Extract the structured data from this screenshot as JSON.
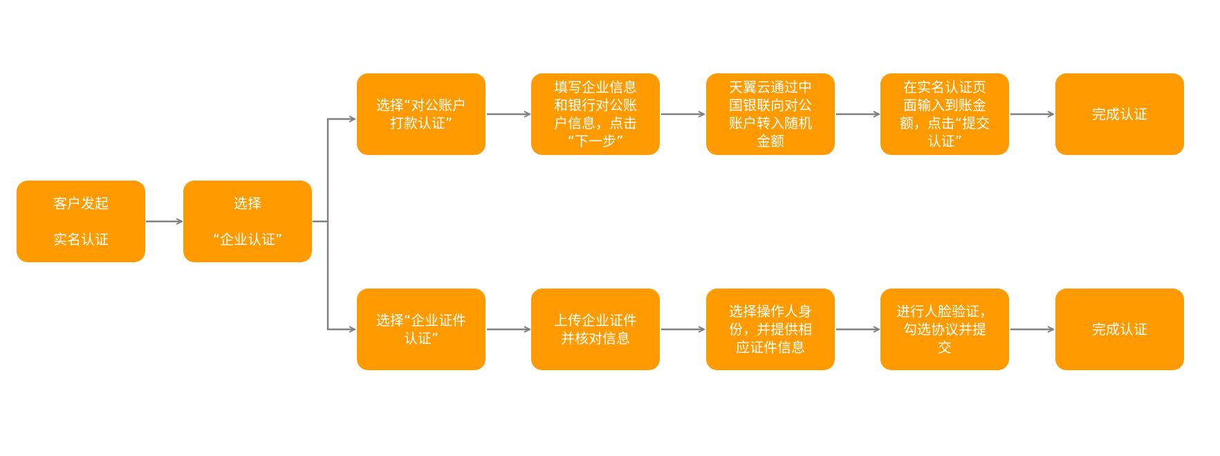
{
  "colors": {
    "node_fill": "#ff9a00",
    "node_text": "#ffffff",
    "connector": "#808080"
  },
  "start": {
    "line1": "客户发起",
    "line2": "实名认证"
  },
  "select_enterprise": {
    "line1": "选择",
    "line2": "“企业认证”"
  },
  "branch_bank": {
    "step1": "选择“对公账户\n打款认证”",
    "step2": "填写企业信息\n和银行对公账\n户信息，点击\n“下一步”",
    "step3": "天翼云通过中\n国银联向对公\n账户转入随机\n金额",
    "step4": "在实名认证页\n面输入到账金\n额，点击“提交\n认证”",
    "step5": "完成认证"
  },
  "branch_certificate": {
    "step1": "选择“企业证件\n认证”",
    "step2": "上传企业证件\n并核对信息",
    "step3": "选择操作人身\n份，并提供相\n应证件信息",
    "step4": "进行人脸验证，\n勾选协议并提\n交",
    "step5": "完成认证"
  }
}
